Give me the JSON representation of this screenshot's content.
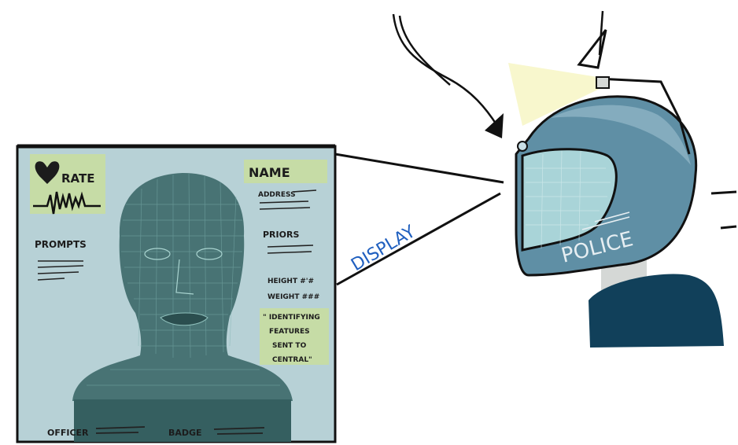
{
  "panel": {
    "heart_rate_label": "RATE",
    "name_label": "NAME",
    "address_label": "ADDRESS",
    "priors_label": "PRIORS",
    "prompts_label": "PROMPTS",
    "height_label": "HEIGHT #'#",
    "weight_label": "WEIGHT ###",
    "note_lines": [
      "\" IDENTIFYING",
      "FEATURES",
      "SENT TO",
      "CENTRAL\""
    ],
    "officer_label": "OFFICER",
    "badge_label": "BADGE"
  },
  "display_label": "DISPLAY",
  "helmet_label": "POLICE",
  "colors": {
    "panel_bg": "#b7d1d6",
    "head": "#3e6a6b",
    "highlight": "#c6dca6",
    "helmet": "#5f8fa5",
    "visor": "#a9d4d8",
    "body": "#11405a",
    "light_beam": "#f7f6c8",
    "display_text": "#1f5fbf"
  }
}
